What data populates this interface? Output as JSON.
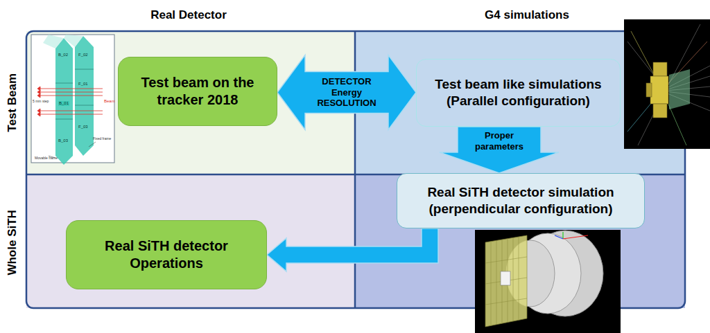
{
  "diagram": {
    "nodes": [
      {
        "text": [
          "Test beam on the tracker 2018"
        ]
      },
      {
        "text": [
          "Test beam like simulations (Parallel configuration)"
        ]
      },
      {
        "text": [
          "Real SiTH detector simulation (perpendicular configuration)"
        ]
      },
      {
        "text": [
          "Real SiTH detector Operations"
        ]
      }
    ],
    "edges": [
      {
        "from": 0,
        "to": 1,
        "arrow": "both",
        "label": "DETECTOR Energy RESOLUTION"
      },
      {
        "from": 1,
        "to": 2,
        "arrow": "to",
        "label": "Proper parameters"
      },
      {
        "from": 2,
        "to": 3,
        "arrow": "to"
      }
    ],
    "labels": [
      "Real Detector",
      "G4 simulations",
      "Test Beam",
      "Whole SiTH",
      "B_02",
      "B_01",
      "B_03",
      "F_02",
      "F_01",
      "F_03",
      "Beam",
      "5 mm step",
      "Movable frame",
      "Fixed frame"
    ]
  }
}
